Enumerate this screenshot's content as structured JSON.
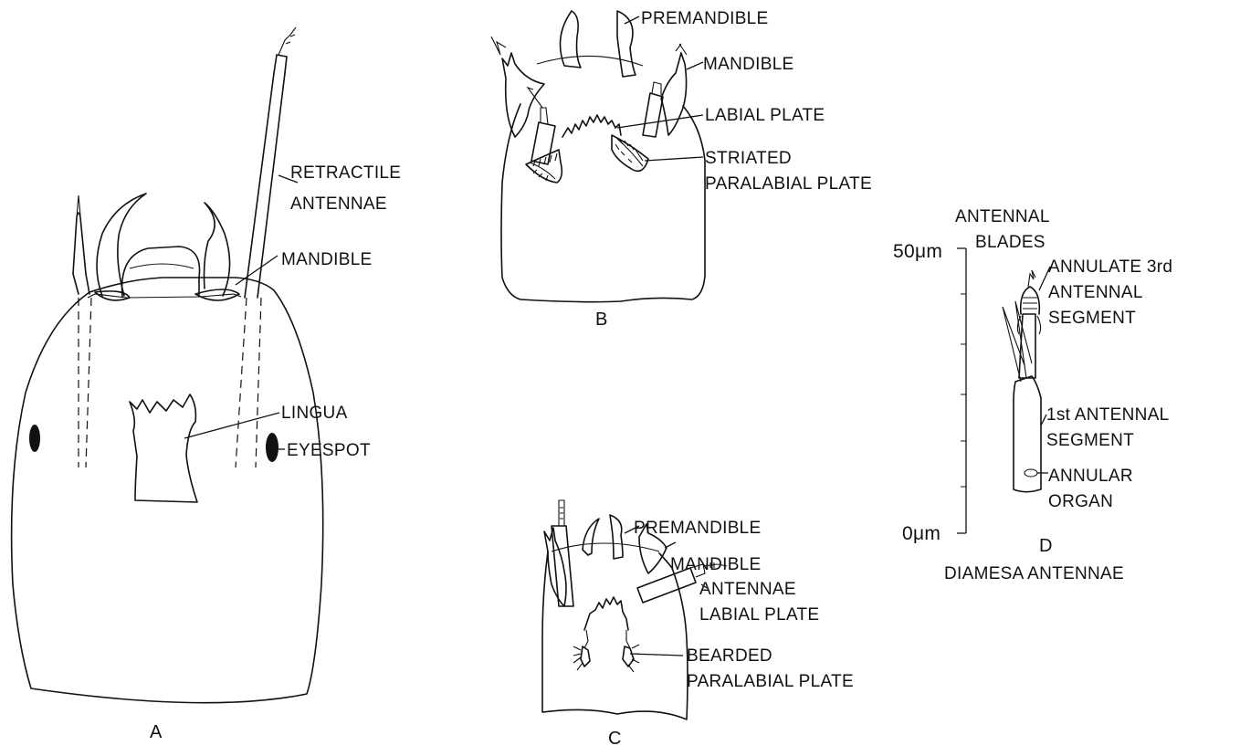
{
  "panel_a": {
    "panel_label": "A",
    "labels": {
      "retractile_antennae_1": "RETRACTILE",
      "retractile_antennae_2": "ANTENNAE",
      "mandible": "MANDIBLE",
      "lingua": "LINGUA",
      "eyespot": "EYESPOT"
    }
  },
  "panel_b": {
    "panel_label": "B",
    "labels": {
      "premandible": "PREMANDIBLE",
      "mandible": "MANDIBLE",
      "labial_plate": "LABIAL PLATE",
      "striated_paralabial_1": "STRIATED",
      "striated_paralabial_2": "PARALABIAL PLATE"
    }
  },
  "panel_c": {
    "panel_label": "C",
    "labels": {
      "premandible": "PREMANDIBLE",
      "mandible": "MANDIBLE",
      "antennae": "ANTENNAE",
      "labial_plate": "LABIAL PLATE",
      "bearded_paralabial_1": "BEARDED",
      "bearded_paralabial_2": "PARALABIAL PLATE"
    }
  },
  "panel_d": {
    "panel_label": "D",
    "caption": "DIAMESA ANTENNAE",
    "scale_top": "50μm",
    "scale_bottom": "0μm",
    "labels": {
      "antennal_blades_1": "ANTENNAL",
      "antennal_blades_2": "BLADES",
      "annulate_3rd_1": "ANNULATE 3rd",
      "annulate_3rd_2": "ANTENNAL",
      "annulate_3rd_3": "SEGMENT",
      "first_segment_1": "1st ANTENNAL",
      "first_segment_2": "SEGMENT",
      "annular_organ_1": "ANNULAR",
      "annular_organ_2": "ORGAN"
    }
  }
}
